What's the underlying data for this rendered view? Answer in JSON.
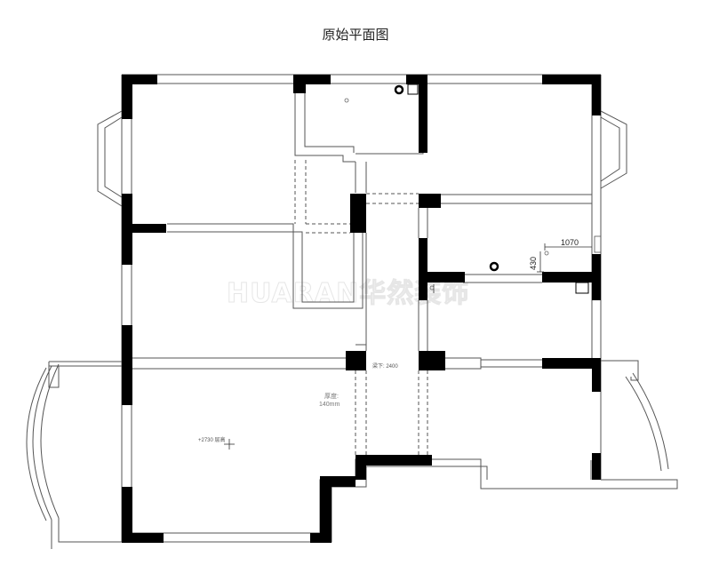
{
  "page": {
    "title": "原始平面图"
  },
  "annotations": {
    "dim_1070": "1070",
    "dim_430": "430",
    "beam_height": "梁下: 2400",
    "thickness_label": "厚度:",
    "thickness_value": "140mm",
    "level_note": "+2730 层高",
    "watermark": "HUARAN华然装饰"
  },
  "colors": {
    "wall": "#000000",
    "line": "#555555",
    "background": "#ffffff"
  }
}
